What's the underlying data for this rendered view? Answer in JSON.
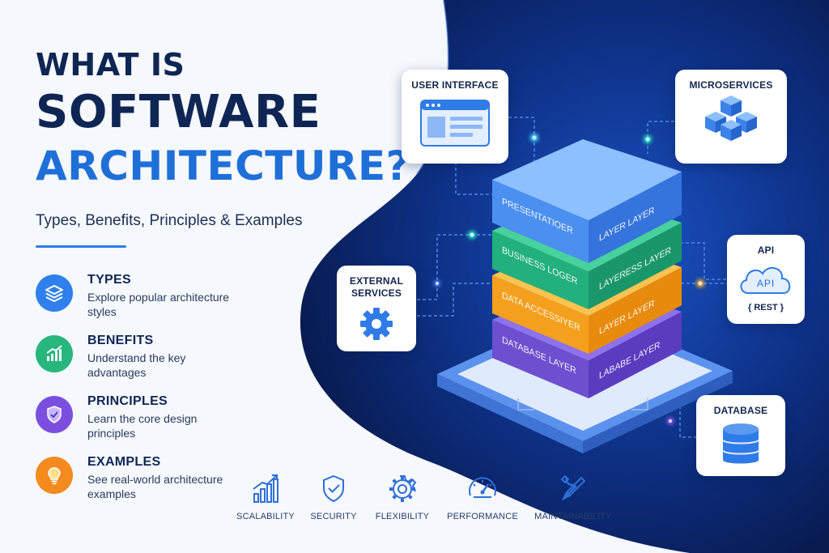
{
  "title": {
    "line1": "WHAT IS",
    "line2": "SOFTWARE",
    "line3": "ARCHITECTURE?"
  },
  "subtitle": "Types, Benefits, Principles & Examples",
  "features": [
    {
      "title": "TYPES",
      "desc": "Explore popular architecture styles",
      "icon": "layers-icon",
      "color": "#2f80ed"
    },
    {
      "title": "BENEFITS",
      "desc": "Understand the key advantages",
      "icon": "growth-chart-icon",
      "color": "#27b67c"
    },
    {
      "title": "PRINCIPLES",
      "desc": "Learn the core design principles",
      "icon": "shield-check-icon",
      "color": "#7a4fe0"
    },
    {
      "title": "EXAMPLES",
      "desc": "See real-world architecture examples",
      "icon": "lightbulb-icon",
      "color": "#f58a1f"
    }
  ],
  "cards": {
    "user_interface": "USER INTERFACE",
    "microservices": "MICROSERVICES",
    "external_services": "EXTERNAL SERVICES",
    "api": "API",
    "api_badge": "API",
    "api_rest": "{ REST }",
    "database": "DATABASE"
  },
  "layers": [
    {
      "left": "PRESENTATIOER",
      "right": "LAYER LAYER",
      "color": "#4f95f2"
    },
    {
      "left": "BUSINESS LOGER",
      "right": "LAYERESS LAYER",
      "color": "#25b583"
    },
    {
      "left": "DATA ACCESSIYER",
      "right": "LAYER LAYER",
      "color": "#f7a81f"
    },
    {
      "left": "DATABASE LAYER",
      "right": "LABABE LAYER",
      "color": "#7658d8"
    }
  ],
  "benefits": [
    {
      "label": "SCALABILITY",
      "icon": "scalability-chart-icon"
    },
    {
      "label": "SECURITY",
      "icon": "security-shield-icon"
    },
    {
      "label": "FLEXIBILITY",
      "icon": "flexibility-gear-icon"
    },
    {
      "label": "PERFORMANCE",
      "icon": "performance-gauge-icon"
    },
    {
      "label": "MAINTAINABILITY",
      "icon": "maintenance-tools-icon"
    }
  ],
  "colors": {
    "navy": "#0f2654",
    "accent": "#1f6fd8",
    "dark_bg": "#0c2a6b"
  }
}
